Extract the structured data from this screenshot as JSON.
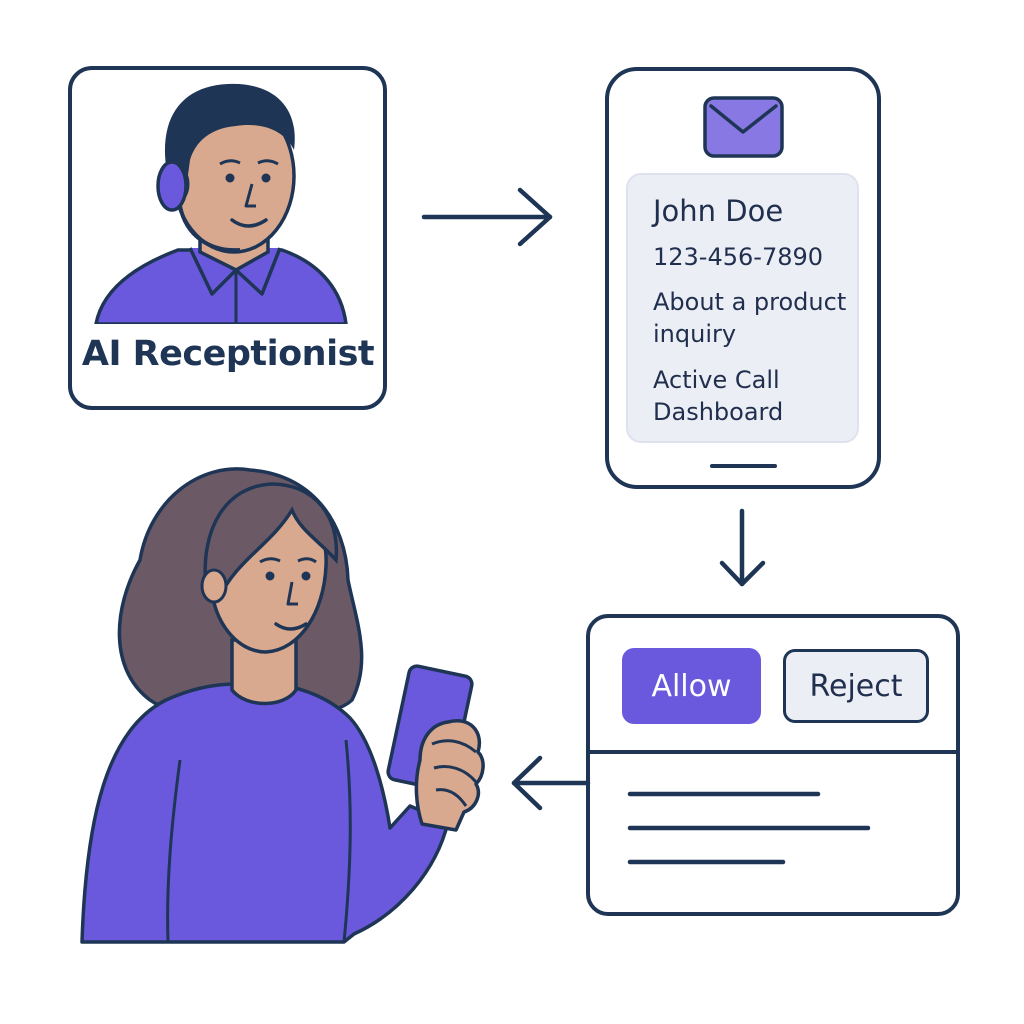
{
  "receptionist": {
    "label": "AI Receptionist"
  },
  "caller_card": {
    "name": "John Doe",
    "phone": "123-456-7890",
    "reason": "About a product inquiry",
    "status": "Active Call Dashboard"
  },
  "actions": {
    "allow_label": "Allow",
    "reject_label": "Reject"
  },
  "icons": {
    "receptionist": "headset-agent-icon",
    "message": "envelope-icon",
    "user": "woman-with-phone"
  },
  "colors": {
    "outline": "#1f3556",
    "accent": "#6a59dc",
    "card_fill": "#eceef6",
    "skin": "#d8a98e",
    "hair_woman": "#6b5a66"
  }
}
